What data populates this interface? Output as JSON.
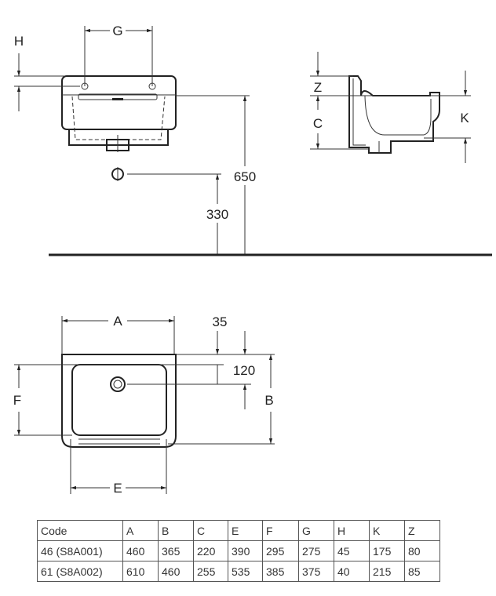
{
  "front_view": {
    "label_g": "G",
    "label_h": "H",
    "dim_650": "650",
    "dim_330": "330"
  },
  "side_view": {
    "label_z": "Z",
    "label_c": "C",
    "label_k": "K"
  },
  "top_view": {
    "label_a": "A",
    "label_b": "B",
    "label_e": "E",
    "label_f": "F",
    "dim_35": "35",
    "dim_120": "120"
  },
  "table": {
    "headers": [
      "Code",
      "A",
      "B",
      "C",
      "E",
      "F",
      "G",
      "H",
      "K",
      "Z"
    ],
    "rows": [
      [
        "46 (S8A001)",
        "460",
        "365",
        "220",
        "390",
        "295",
        "275",
        "45",
        "175",
        "80"
      ],
      [
        "61 (S8A002)",
        "610",
        "460",
        "255",
        "535",
        "385",
        "375",
        "40",
        "215",
        "85"
      ]
    ]
  }
}
